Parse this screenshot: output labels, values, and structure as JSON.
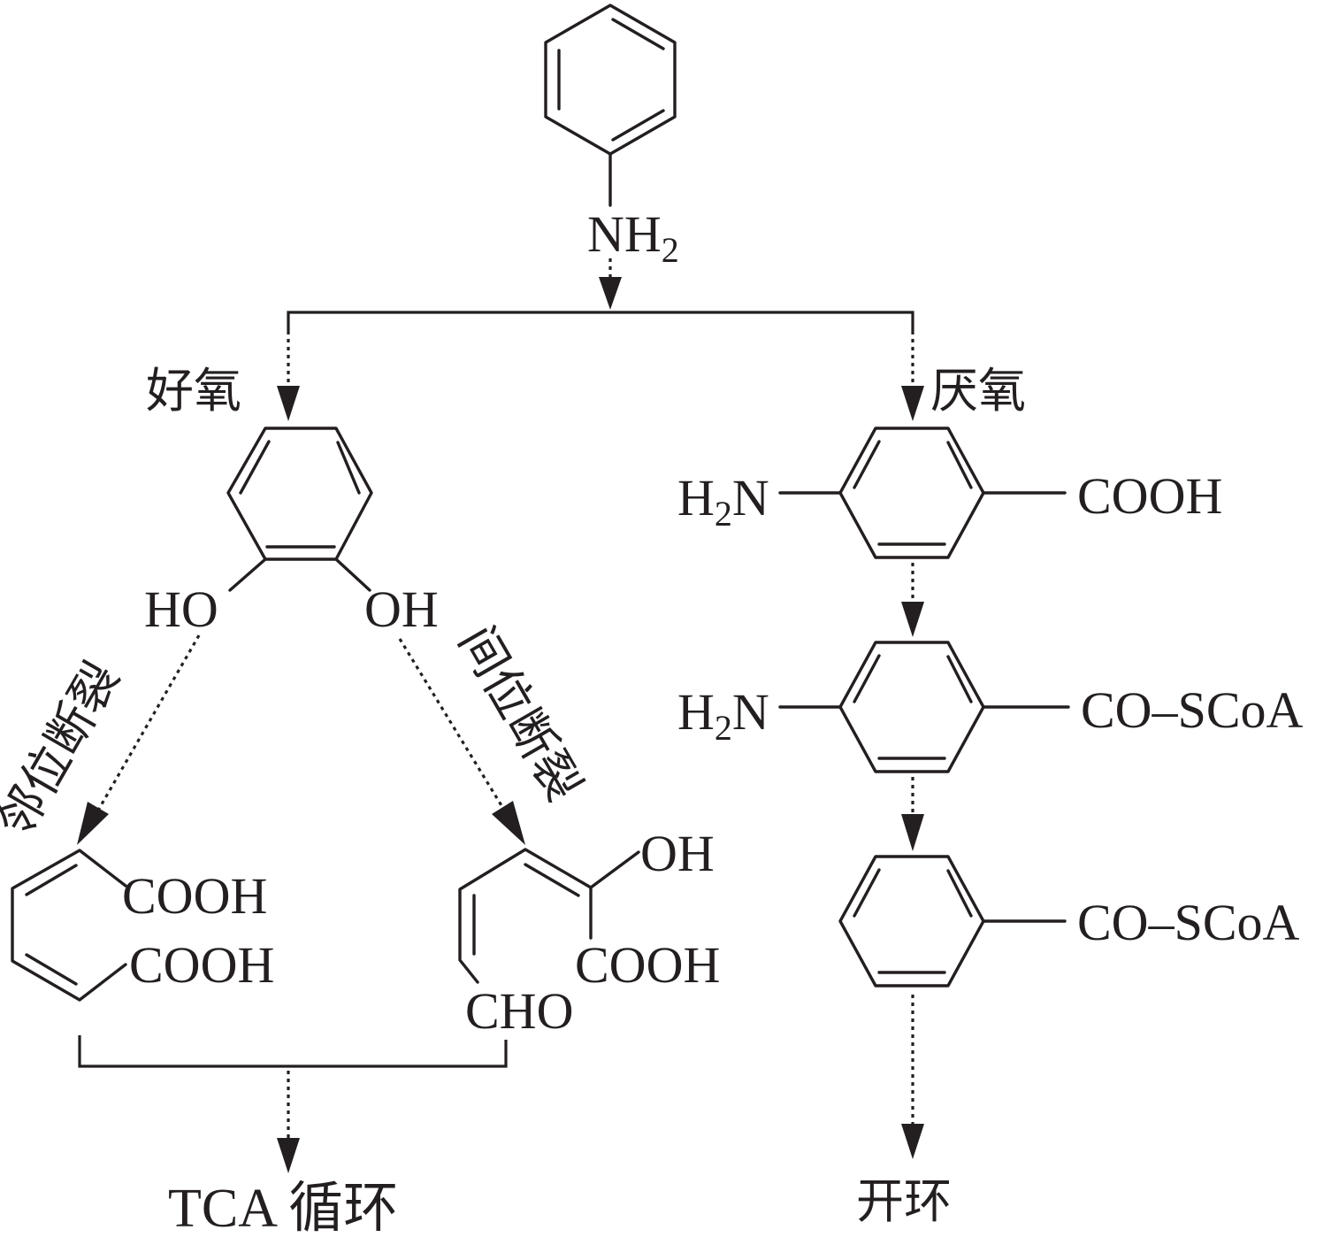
{
  "colors": {
    "ink": "#231f20",
    "background": "#ffffff"
  },
  "top": {
    "amine_n": "NH",
    "amine_sub": "2"
  },
  "aerobic": {
    "branch_label": "好氧",
    "catechol_left_oh": "HO",
    "catechol_right_oh": "OH",
    "ortho_label": "邻位断裂",
    "meta_label": "间位断裂",
    "muconic_cooh_1": "COOH",
    "muconic_cooh_2": "COOH",
    "semialdehyde_oh": "OH",
    "semialdehyde_cooh": "COOH",
    "semialdehyde_cho": "CHO",
    "tca_label": "TCA 循环"
  },
  "anaerobic": {
    "branch_label": "厌氧",
    "mol1_amine": "H",
    "mol1_amine_sub": "2",
    "mol1_amine_n": "N",
    "mol1_group": "COOH",
    "mol2_amine": "H",
    "mol2_amine_sub": "2",
    "mol2_amine_n": "N",
    "mol2_group": "CO–SCoA",
    "mol3_group": "CO–SCoA",
    "ring_open_label": "开环"
  }
}
